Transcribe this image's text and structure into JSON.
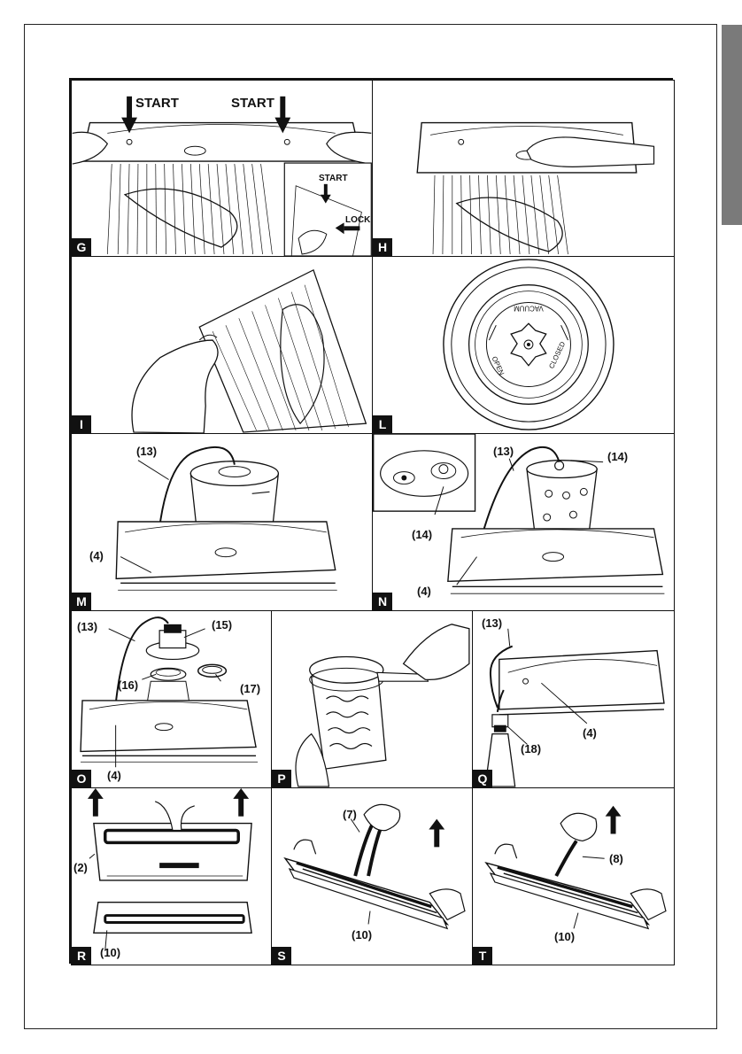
{
  "panels": {
    "G": {
      "tag": "G",
      "start_left": "START",
      "start_right": "START",
      "inset_start": "START",
      "inset_lock": "LOCK"
    },
    "H": {
      "tag": "H"
    },
    "I": {
      "tag": "I"
    },
    "L": {
      "tag": "L",
      "vacuum": "VACUUM",
      "open": "OPEN",
      "closed": "CLOSED"
    },
    "M": {
      "tag": "M",
      "c13": "(13)",
      "c4": "(4)"
    },
    "N": {
      "tag": "N",
      "c13": "(13)",
      "c14a": "(14)",
      "c14b": "(14)",
      "c4": "(4)"
    },
    "O": {
      "tag": "O",
      "c13": "(13)",
      "c15": "(15)",
      "c16": "(16)",
      "c17": "(17)",
      "c4": "(4)"
    },
    "P": {
      "tag": "P"
    },
    "Q": {
      "tag": "Q",
      "c13": "(13)",
      "c4": "(4)",
      "c18": "(18)"
    },
    "R": {
      "tag": "R",
      "c2": "(2)",
      "c10": "(10)"
    },
    "S": {
      "tag": "S",
      "c7": "(7)",
      "c10": "(10)"
    },
    "T": {
      "tag": "T",
      "c8": "(8)",
      "c10": "(10)"
    }
  },
  "colors": {
    "ink": "#111111",
    "tab": "#7a7a7a"
  }
}
